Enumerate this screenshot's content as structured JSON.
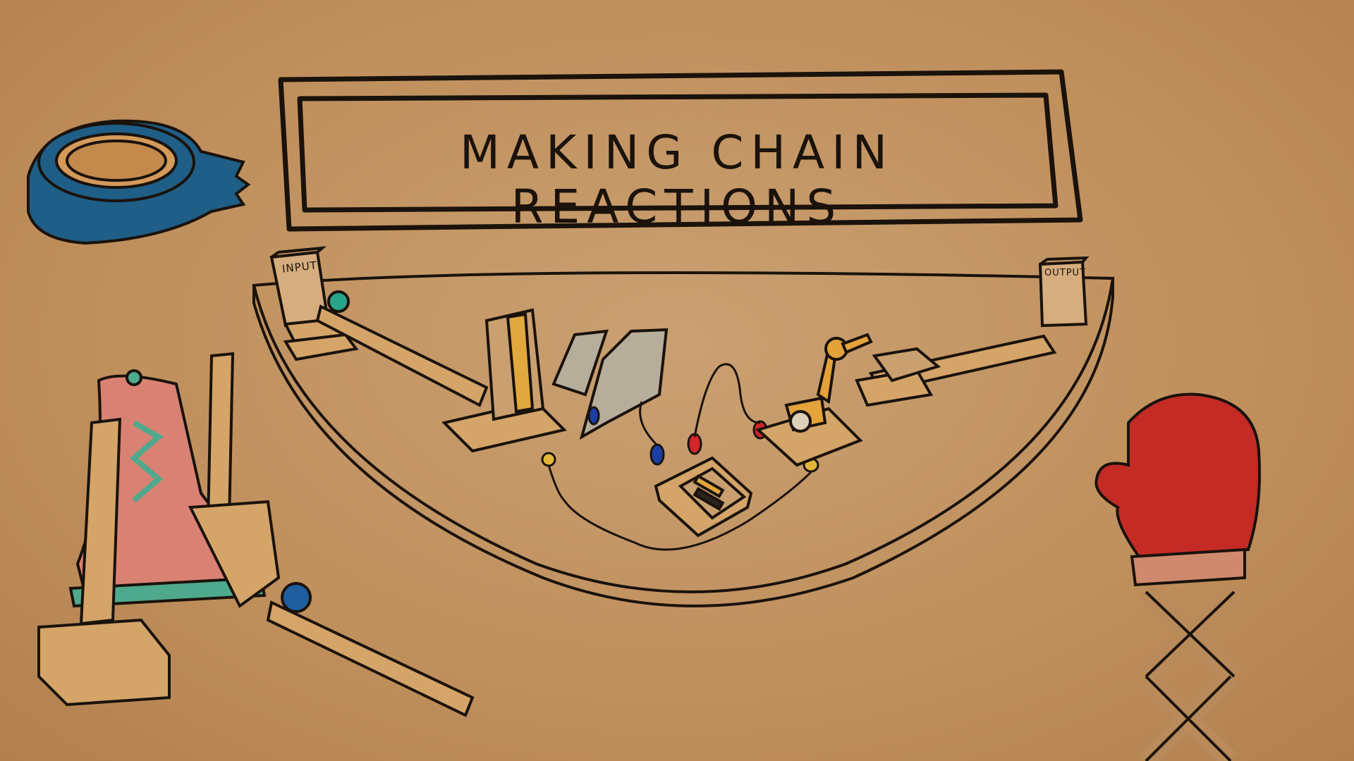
{
  "scene": {
    "title": "MAKING CHAIN REACTIONS",
    "input_label": "INPUT",
    "output_label": "OUTPUT",
    "background_color": "#c4935f",
    "colors": {
      "ink": "#1a120b",
      "tape_blue": "#1f5e86",
      "marble_teal": "#2aa58a",
      "marble_blue": "#1e5fa0",
      "mitten_red": "#c42b25",
      "boot_pink": "#d98273",
      "boot_zigzag": "#4fa98c",
      "wood": "#d4a468",
      "clip_red": "#d3262a",
      "clip_blue": "#1c3fa5",
      "clip_yellow": "#e3b63a",
      "robot_orange": "#e3a23a"
    },
    "objects": [
      "tape-roll",
      "boot-with-posts",
      "marble-ramp",
      "boxing-glove-on-scissor-lift",
      "tabletop-machine"
    ]
  }
}
